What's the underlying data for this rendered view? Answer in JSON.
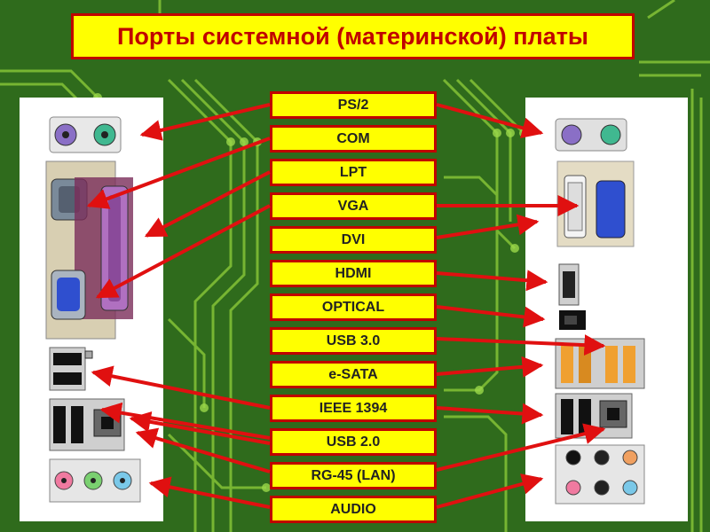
{
  "title": "Порты системной (материнской) платы",
  "labels": [
    "PS/2",
    "COM",
    "LPT",
    "VGA",
    "DVI",
    "HDMI",
    "OPTICAL",
    "USB 3.0",
    "e-SATA",
    "IEEE 1394",
    "USB 2.0",
    "RG-45 (LAN)",
    "AUDIO"
  ],
  "colors": {
    "background": "#2f6b1c",
    "circuit_traces": "#8fce3a",
    "label_fill": "#ffff00",
    "label_border": "#c00000",
    "arrow": "#e01010",
    "ps2_keyboard": "#8a6fc6",
    "ps2_mouse": "#40b890",
    "vga": "#2f4fcf",
    "lpt": "#b070c0",
    "usb3": "#f0a030",
    "audio_pink": "#f07aa0",
    "audio_green": "#7ad070",
    "audio_blue": "#7ac8e8"
  }
}
